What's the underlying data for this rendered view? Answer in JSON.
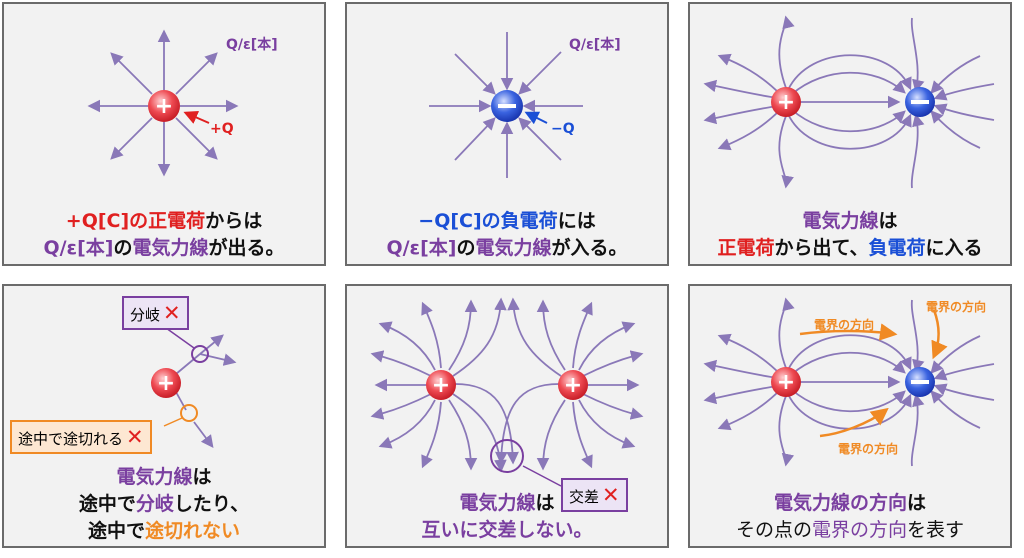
{
  "panels": [
    {
      "label_q": "Q/ε[本]",
      "label_charge": "+Q",
      "caption1": [
        {
          "t": "+Q[C]の",
          "c": "red"
        },
        {
          "t": "正電荷",
          "c": "red"
        },
        {
          "t": "からは",
          "c": "black"
        }
      ],
      "caption2": [
        {
          "t": "Q/ε[本]",
          "c": "purple"
        },
        {
          "t": "の",
          "c": "black"
        },
        {
          "t": "電気力線",
          "c": "purple"
        },
        {
          "t": "が出る。",
          "c": "black"
        }
      ]
    },
    {
      "label_q": "Q/ε[本]",
      "label_charge": "−Q",
      "caption1": [
        {
          "t": "−Q[C]の",
          "c": "blue"
        },
        {
          "t": "負電荷",
          "c": "blue"
        },
        {
          "t": "には",
          "c": "black"
        }
      ],
      "caption2": [
        {
          "t": "Q/ε[本]",
          "c": "purple"
        },
        {
          "t": "の",
          "c": "black"
        },
        {
          "t": "電気力線",
          "c": "purple"
        },
        {
          "t": "が入る。",
          "c": "black"
        }
      ]
    },
    {
      "caption1": [
        {
          "t": "電気力線",
          "c": "purple"
        },
        {
          "t": "は",
          "c": "black"
        }
      ],
      "caption2": [
        {
          "t": "正電荷",
          "c": "red"
        },
        {
          "t": "から出て、",
          "c": "black"
        },
        {
          "t": "負電荷",
          "c": "blue"
        },
        {
          "t": "に入る",
          "c": "black"
        }
      ]
    },
    {
      "box_branch": "分岐",
      "box_cut": "途中で途切れる",
      "x_mark": "✕",
      "caption1": [
        {
          "t": "電気力線",
          "c": "purple"
        },
        {
          "t": "は",
          "c": "black"
        }
      ],
      "caption2": [
        {
          "t": "途中で",
          "c": "black"
        },
        {
          "t": "分岐",
          "c": "purple"
        },
        {
          "t": "したり、",
          "c": "black"
        }
      ],
      "caption3": [
        {
          "t": "途中で",
          "c": "black"
        },
        {
          "t": "途切れない",
          "c": "orange"
        }
      ]
    },
    {
      "box_cross": "交差",
      "x_mark": "✕",
      "caption1": [
        {
          "t": "電気力線",
          "c": "purple"
        },
        {
          "t": "は",
          "c": "black"
        }
      ],
      "caption2": [
        {
          "t": "互いに交差しない。",
          "c": "purple"
        }
      ]
    },
    {
      "field_dir_1": "電界の方向",
      "field_dir_2": "電界の方向",
      "field_dir_3": "電界の方向",
      "caption1": [
        {
          "t": "電気力線の方向",
          "c": "purple"
        },
        {
          "t": "は",
          "c": "black"
        }
      ],
      "caption2": [
        {
          "t": "その点の",
          "c": "black"
        },
        {
          "t": "電界の方向",
          "c": "purple"
        },
        {
          "t": "を表す",
          "c": "black"
        }
      ]
    }
  ],
  "charge_symbols": {
    "positive": "+",
    "negative": "−"
  },
  "colors": {
    "line": "#8a78b8",
    "positive": "#e8323a",
    "negative": "#2f57d8",
    "purple": "#7a3fa0",
    "orange": "#f08a24"
  }
}
